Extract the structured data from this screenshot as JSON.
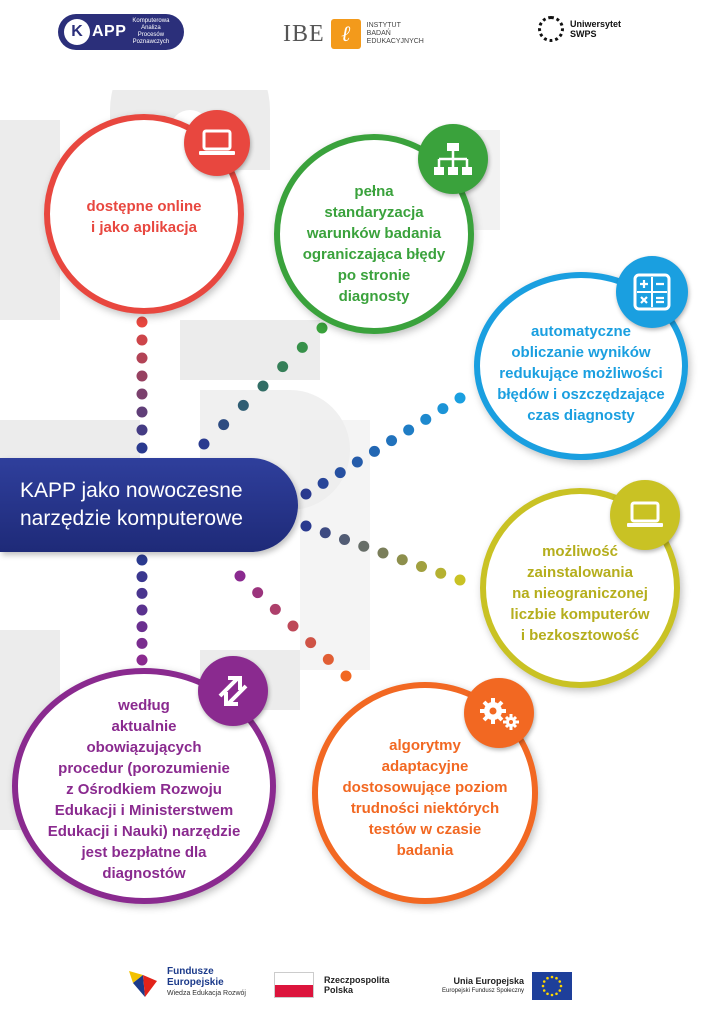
{
  "header": {
    "kapp": {
      "word": "APP",
      "mark": "K",
      "subtitle": [
        "Komputerowa",
        "Analiza",
        "Procesów",
        "Poznawczych"
      ]
    },
    "ibe": {
      "word": "IBE",
      "mark": "ℓ",
      "subtitle": [
        "INSTYTUT",
        "BADAŃ",
        "EDUKACYJNYCH"
      ]
    },
    "swps": {
      "lines": [
        "Uniwersytet",
        "SWPS"
      ]
    }
  },
  "center": {
    "title": "KAPP jako nowoczesne narzędzie komputerowe"
  },
  "features": {
    "online": {
      "text": "dostępne online\ni jako aplikacja",
      "color": "#e8473f",
      "icon": "laptop-icon"
    },
    "standard": {
      "text": "pełna\nstandaryzacja\nwarunków badania\nograniczająca błędy\npo stronie\ndiagnosty",
      "color": "#3aa23c",
      "icon": "hierarchy-icon"
    },
    "auto": {
      "text": "automatyczne\nobliczanie wyników\nredukujące możliwości\nbłędów i oszczędzające\nczas diagnosty",
      "color": "#1a9fe0",
      "icon": "calculator-icon"
    },
    "install": {
      "text": "możliwość\nzainstalowania\nna nieograniczonej\nliczbie komputerów\ni bezkosztowość",
      "color": "#c9c224",
      "icon": "laptop-icon"
    },
    "adaptive": {
      "text": "algorytmy\nadaptacyjne\ndostosowujące poziom\ntrudności niektórych\ntestów w czasie\nbadania",
      "color": "#f26822",
      "icon": "gears-icon"
    },
    "free": {
      "text": "według\naktualnie\nobowiązujących\nprocedur (porozumienie\nz Ośrodkiem Rozwoju\nEdukacji  i Ministerstwem\nEdukacji i Nauki) narzędzie\njest bezpłatne dla\ndiagnostów",
      "color": "#8a2a8f",
      "icon": "exchange-arrows-icon"
    }
  },
  "footer": {
    "fe": {
      "lines": [
        "Fundusze",
        "Europejskie"
      ],
      "sub": "Wiedza Edukacja Rozwój"
    },
    "rp": {
      "lines": [
        "Rzeczpospolita",
        "Polska"
      ]
    },
    "ue": {
      "line": "Unia Europejska",
      "sub": "Europejski Fundusz Społeczny"
    }
  }
}
